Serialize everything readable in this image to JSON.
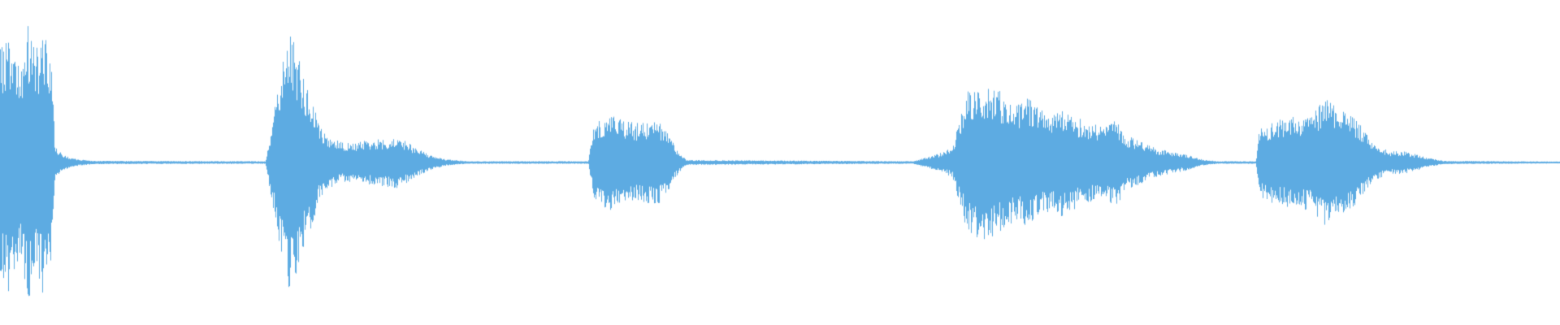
{
  "waveform": {
    "color": "#5dabe2",
    "background": "#ffffff",
    "envelope": [
      [
        0.0,
        0.74
      ],
      [
        0.005,
        0.8
      ],
      [
        0.012,
        0.62
      ],
      [
        0.018,
        0.86
      ],
      [
        0.022,
        0.7
      ],
      [
        0.028,
        0.82
      ],
      [
        0.033,
        0.64
      ],
      [
        0.035,
        0.1
      ],
      [
        0.04,
        0.05
      ],
      [
        0.045,
        0.03
      ],
      [
        0.05,
        0.02
      ],
      [
        0.06,
        0.01
      ],
      [
        0.17,
        0.008
      ],
      [
        0.175,
        0.3
      ],
      [
        0.18,
        0.55
      ],
      [
        0.185,
        0.88
      ],
      [
        0.19,
        0.7
      ],
      [
        0.195,
        0.5
      ],
      [
        0.2,
        0.4
      ],
      [
        0.205,
        0.22
      ],
      [
        0.21,
        0.16
      ],
      [
        0.22,
        0.12
      ],
      [
        0.24,
        0.14
      ],
      [
        0.255,
        0.16
      ],
      [
        0.265,
        0.1
      ],
      [
        0.275,
        0.05
      ],
      [
        0.285,
        0.02
      ],
      [
        0.3,
        0.008
      ],
      [
        0.377,
        0.008
      ],
      [
        0.38,
        0.22
      ],
      [
        0.385,
        0.27
      ],
      [
        0.393,
        0.3
      ],
      [
        0.4,
        0.26
      ],
      [
        0.41,
        0.24
      ],
      [
        0.42,
        0.28
      ],
      [
        0.428,
        0.18
      ],
      [
        0.435,
        0.06
      ],
      [
        0.44,
        0.015
      ],
      [
        0.585,
        0.008
      ],
      [
        0.6,
        0.05
      ],
      [
        0.61,
        0.09
      ],
      [
        0.615,
        0.26
      ],
      [
        0.62,
        0.44
      ],
      [
        0.63,
        0.48
      ],
      [
        0.64,
        0.45
      ],
      [
        0.65,
        0.36
      ],
      [
        0.66,
        0.4
      ],
      [
        0.67,
        0.3
      ],
      [
        0.68,
        0.34
      ],
      [
        0.69,
        0.28
      ],
      [
        0.7,
        0.24
      ],
      [
        0.71,
        0.22
      ],
      [
        0.715,
        0.3
      ],
      [
        0.72,
        0.18
      ],
      [
        0.74,
        0.09
      ],
      [
        0.76,
        0.05
      ],
      [
        0.77,
        0.02
      ],
      [
        0.78,
        0.008
      ],
      [
        0.805,
        0.008
      ],
      [
        0.807,
        0.22
      ],
      [
        0.815,
        0.25
      ],
      [
        0.825,
        0.28
      ],
      [
        0.84,
        0.3
      ],
      [
        0.85,
        0.4
      ],
      [
        0.86,
        0.34
      ],
      [
        0.87,
        0.26
      ],
      [
        0.88,
        0.12
      ],
      [
        0.89,
        0.07
      ],
      [
        0.9,
        0.07
      ],
      [
        0.915,
        0.03
      ],
      [
        0.925,
        0.01
      ],
      [
        1.0,
        0.006
      ]
    ],
    "seed": 4217
  }
}
